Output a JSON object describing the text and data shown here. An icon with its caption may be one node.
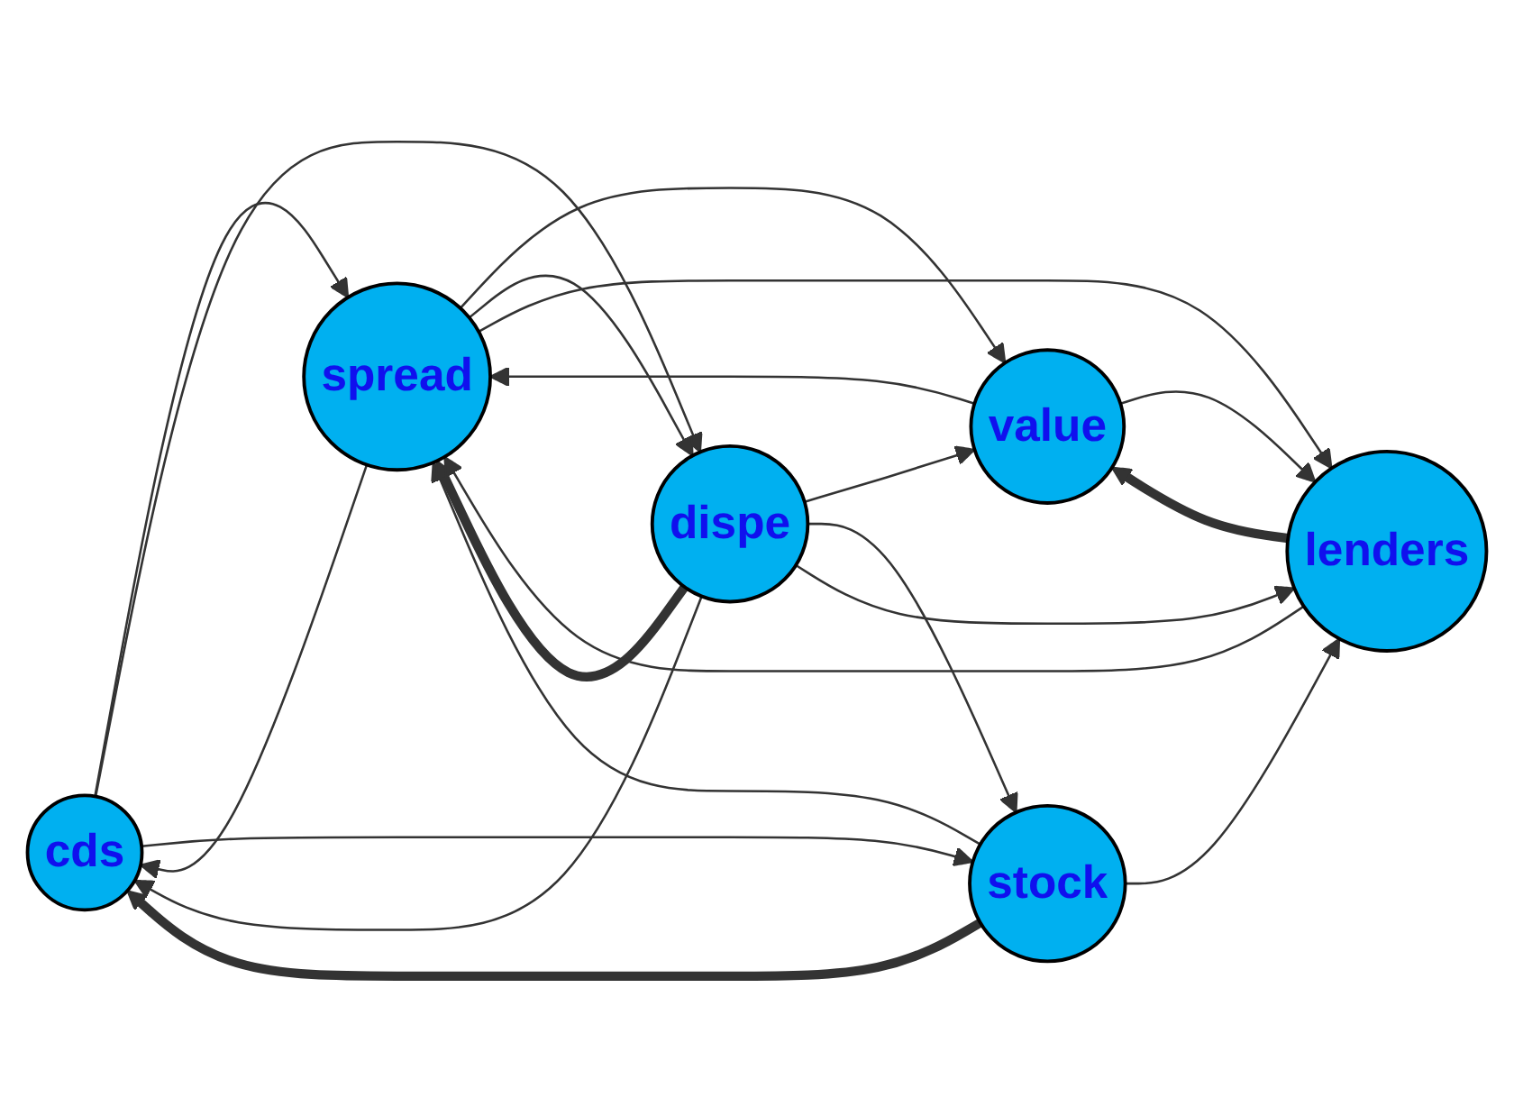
{
  "diagram": {
    "nodes": [
      {
        "text": [
          "cds"
        ]
      },
      {
        "text": [
          "spread"
        ]
      },
      {
        "text": [
          "value"
        ]
      },
      {
        "text": [
          "dispe"
        ]
      },
      {
        "text": [
          "stock"
        ]
      },
      {
        "text": [
          "lenders"
        ]
      }
    ],
    "edges": [
      {
        "from": 1,
        "to": 0,
        "arrow": "to"
      },
      {
        "from": 0,
        "to": 1,
        "arrow": "to"
      },
      {
        "from": 3,
        "to": 0,
        "arrow": "to"
      },
      {
        "from": 0,
        "to": 3,
        "arrow": "to"
      },
      {
        "from": 0,
        "to": 4,
        "arrow": "to"
      },
      {
        "from": 4,
        "to": 0,
        "arrow": "to",
        "style": "thick"
      },
      {
        "from": 2,
        "to": 1,
        "arrow": "to"
      },
      {
        "from": 1,
        "to": 2,
        "arrow": "to"
      },
      {
        "from": 4,
        "to": 1,
        "arrow": "to"
      },
      {
        "from": 1,
        "to": 3,
        "arrow": "to"
      },
      {
        "from": 3,
        "to": 1,
        "arrow": "to",
        "style": "thick"
      },
      {
        "from": 1,
        "to": 5,
        "arrow": "to"
      },
      {
        "from": 5,
        "to": 1,
        "arrow": "to"
      },
      {
        "from": 3,
        "to": 2,
        "arrow": "to"
      },
      {
        "from": 5,
        "to": 2,
        "arrow": "to",
        "style": "thick"
      },
      {
        "from": 2,
        "to": 5,
        "arrow": "to"
      },
      {
        "from": 3,
        "to": 4,
        "arrow": "to"
      },
      {
        "from": 3,
        "to": 5,
        "arrow": "to"
      },
      {
        "from": 4,
        "to": 5,
        "arrow": "to"
      }
    ]
  }
}
